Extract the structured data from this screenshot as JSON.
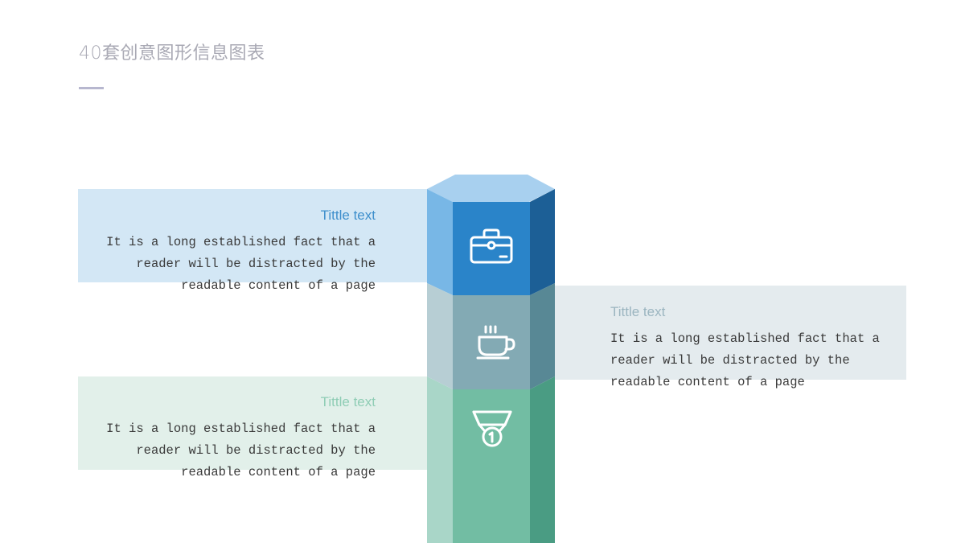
{
  "page": {
    "title": "40套创意图形信息图表"
  },
  "blocks": [
    {
      "title": "Tittle text",
      "lines": [
        "It is a long established fact that a",
        "reader will be distracted by the",
        "readable content of a page"
      ],
      "icon": "briefcase-icon"
    },
    {
      "title": "Tittle text",
      "lines": [
        "It is a long established fact that a",
        "reader will be distracted by the",
        "readable content of a page"
      ],
      "icon": "coffee-cup-icon"
    },
    {
      "title": "Tittle text",
      "lines": [
        "It is a long established fact that a",
        "reader will be distracted by the",
        "readable content of a page"
      ],
      "icon": "medal-icon"
    }
  ],
  "colors": {
    "blue_band": "#d3e7f5",
    "gray_band": "#e4ebee",
    "green_band": "#e2f0ea",
    "pillar_blue_front": "#2a84c9",
    "pillar_gray_front": "#83aab4",
    "pillar_green_front": "#72bda3"
  }
}
